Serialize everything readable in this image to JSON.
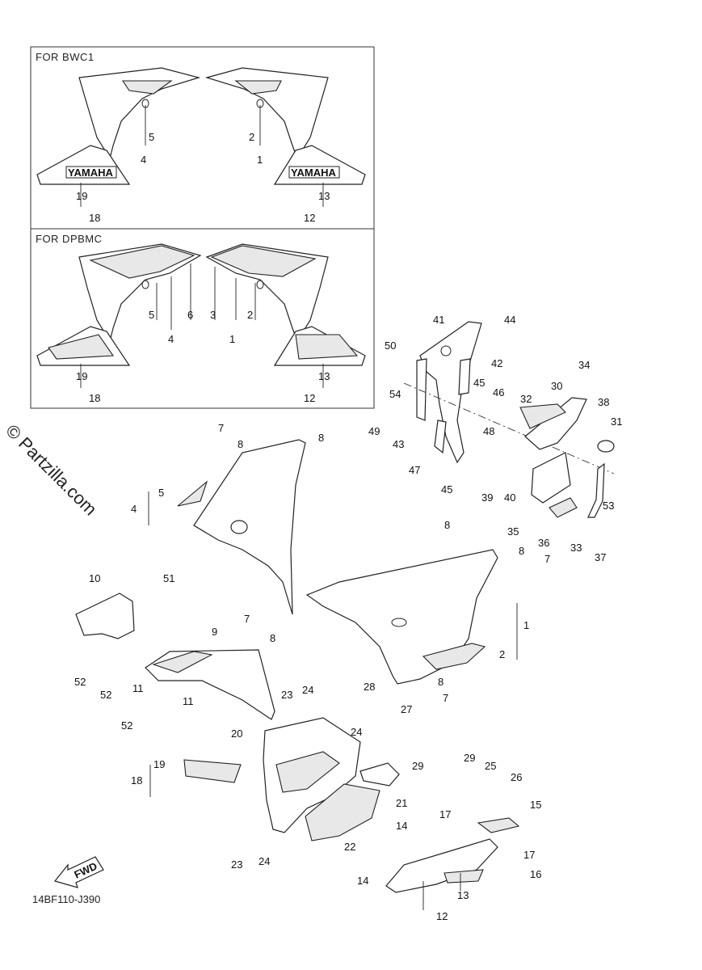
{
  "insets": [
    {
      "title": "FOR BWC1"
    },
    {
      "title": "FOR DPBMC"
    }
  ],
  "watermark": "© Partzilla.com",
  "diagram_code": "14BF110-J390",
  "fwd_label": "FWD",
  "brand_decal_text": "YAMAHA",
  "callouts": {
    "inset1": [
      "5",
      "4",
      "2",
      "1",
      "19",
      "18",
      "13",
      "12"
    ],
    "inset2": [
      "5",
      "4",
      "6",
      "3",
      "2",
      "1",
      "19",
      "18",
      "13",
      "12"
    ],
    "main": [
      "41",
      "44",
      "50",
      "42",
      "45",
      "46",
      "54",
      "49",
      "43",
      "48",
      "47",
      "45",
      "34",
      "30",
      "38",
      "32",
      "31",
      "39",
      "40",
      "53",
      "35",
      "36",
      "33",
      "37",
      "7",
      "8",
      "8",
      "5",
      "4",
      "8",
      "8",
      "7",
      "10",
      "51",
      "7",
      "8",
      "1",
      "2",
      "9",
      "52",
      "52",
      "11",
      "11",
      "52",
      "8",
      "7",
      "23",
      "24",
      "28",
      "27",
      "20",
      "24",
      "29",
      "19",
      "18",
      "21",
      "29",
      "25",
      "26",
      "17",
      "15",
      "22",
      "14",
      "23",
      "24",
      "17",
      "14",
      "16",
      "13",
      "12"
    ]
  }
}
